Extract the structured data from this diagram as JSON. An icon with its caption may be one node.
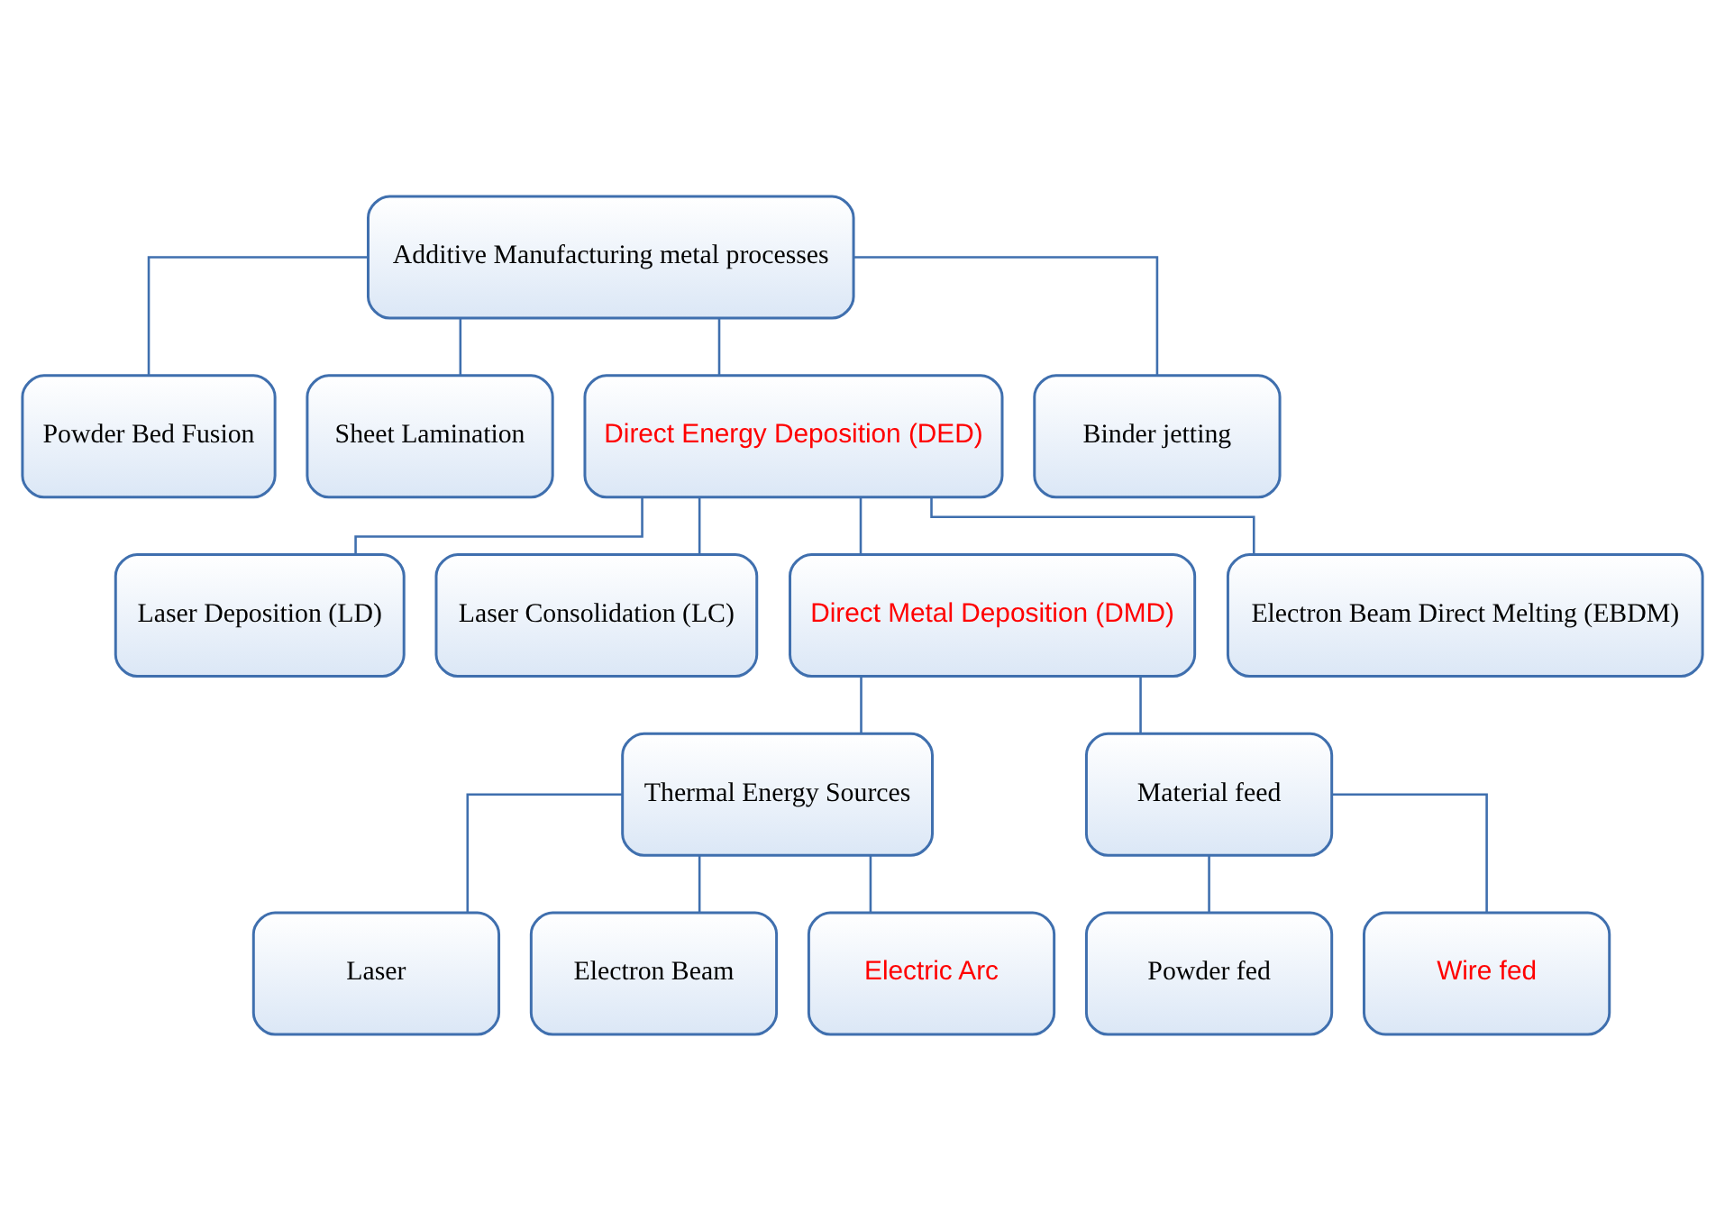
{
  "diagram": {
    "nodes": [
      {
        "text": [
          "Additive Manufacturing metal processes"
        ]
      },
      {
        "text": [
          "Powder Bed Fusion"
        ]
      },
      {
        "text": [
          "Sheet Lamination"
        ]
      },
      {
        "text": [
          "Direct Energy Deposition (DED)"
        ]
      },
      {
        "text": [
          "Binder jetting"
        ]
      },
      {
        "text": [
          "Laser Deposition (LD)"
        ]
      },
      {
        "text": [
          "Laser Consolidation (LC)"
        ]
      },
      {
        "text": [
          "Direct Metal Deposition (DMD)"
        ]
      },
      {
        "text": [
          "Electron Beam Direct Melting (EBDM)"
        ]
      },
      {
        "text": [
          "Thermal Energy Sources"
        ]
      },
      {
        "text": [
          "Material feed"
        ]
      },
      {
        "text": [
          "Laser"
        ]
      },
      {
        "text": [
          "Electron Beam"
        ]
      },
      {
        "text": [
          "Electric Arc"
        ]
      },
      {
        "text": [
          "Powder fed"
        ]
      },
      {
        "text": [
          "Wire fed"
        ]
      }
    ],
    "edges": [
      {
        "from": 0,
        "to": 1,
        "arrow": "none"
      },
      {
        "from": 0,
        "to": 2,
        "arrow": "none"
      },
      {
        "from": 0,
        "to": 3,
        "arrow": "none"
      },
      {
        "from": 0,
        "to": 4,
        "arrow": "none"
      },
      {
        "from": 3,
        "to": 5,
        "arrow": "none"
      },
      {
        "from": 3,
        "to": 6,
        "arrow": "none"
      },
      {
        "from": 3,
        "to": 7,
        "arrow": "none"
      },
      {
        "from": 3,
        "to": 8,
        "arrow": "none"
      },
      {
        "from": 7,
        "to": 9,
        "arrow": "none"
      },
      {
        "from": 7,
        "to": 10,
        "arrow": "none"
      },
      {
        "from": 9,
        "to": 11,
        "arrow": "none"
      },
      {
        "from": 9,
        "to": 12,
        "arrow": "none"
      },
      {
        "from": 9,
        "to": 13,
        "arrow": "none"
      },
      {
        "from": 10,
        "to": 14,
        "arrow": "none"
      },
      {
        "from": 10,
        "to": 15,
        "arrow": "none"
      }
    ]
  }
}
